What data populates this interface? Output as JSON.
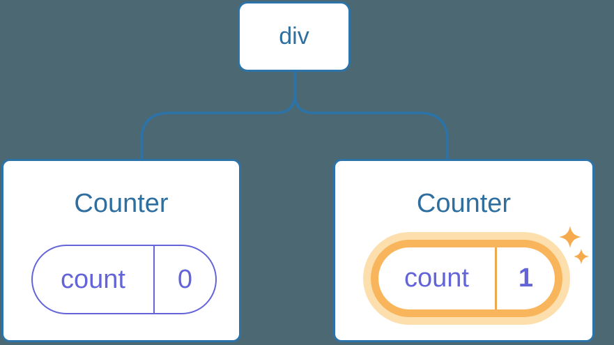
{
  "diagram": {
    "description": "Component tree with a div root and two Counter children, second counter state just updated",
    "root": {
      "label": "div"
    },
    "children": [
      {
        "title": "Counter",
        "state": {
          "key": "count",
          "value": "0"
        },
        "highlighted": false
      },
      {
        "title": "Counter",
        "state": {
          "key": "count",
          "value": "1"
        },
        "highlighted": true
      }
    ]
  },
  "icons": {
    "sparkles_icon": "✦"
  },
  "colors": {
    "background": "#4C6973",
    "card_fill": "#FFFFFF",
    "blue_border": "#2B73A8",
    "blue_text": "#2E6F9F",
    "purple": "#6464D9",
    "orange": "#F8B55C",
    "orange_halo": "#FCDFAC",
    "orange_divider": "#F0A850",
    "sparkle": "#F5AB4D"
  }
}
